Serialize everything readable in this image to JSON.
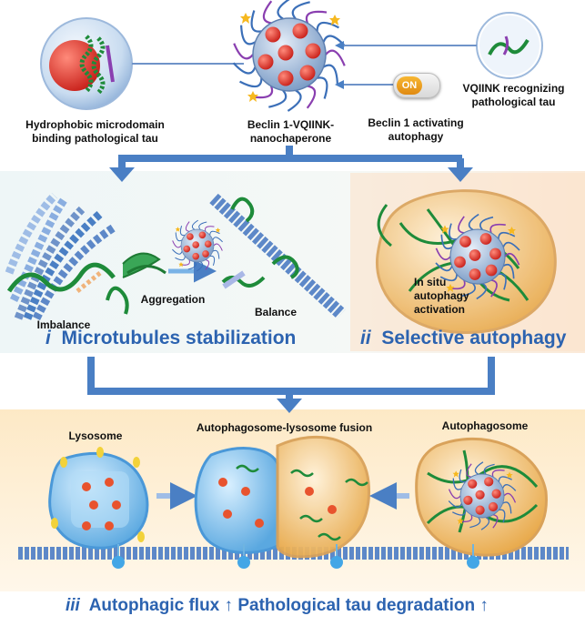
{
  "top": {
    "hydrophobic_label": "Hydrophobic microdomain binding pathological tau",
    "nanochaperone_label": "Beclin 1-VQIINK-nanochaperone",
    "activating_label": "Beclin 1 activating autophagy",
    "vqiink_label": "VQIINK recognizing pathological tau",
    "switch_text": "ON"
  },
  "middle": {
    "imbalance_label": "Imbalance",
    "aggregation_label": "Aggregation",
    "balance_label": "Balance",
    "insitu_label": "In situ autophagy activation",
    "title_i_num": "i",
    "title_i": "Microtubules stabilization",
    "title_ii_num": "ii",
    "title_ii": "Selective autophagy"
  },
  "bottom": {
    "lysosome_label": "Lysosome",
    "fusion_label": "Autophagosome-lysosome fusion",
    "autophagosome_label": "Autophagosome",
    "title_iii_num": "iii",
    "title_iii_a": "Autophagic flux",
    "title_iii_b": "Pathological tau degradation",
    "up_arrow": "↑"
  },
  "colors": {
    "title_blue": "#2c63b0",
    "arrow_blue": "#4a7fc4",
    "nano_red": "#e0392b",
    "nano_core": "#9fb7d6",
    "tau_green": "#1e8b3a",
    "lysosome_blue": "#7fc3ee",
    "autophagosome_tan": "#f0c070"
  }
}
